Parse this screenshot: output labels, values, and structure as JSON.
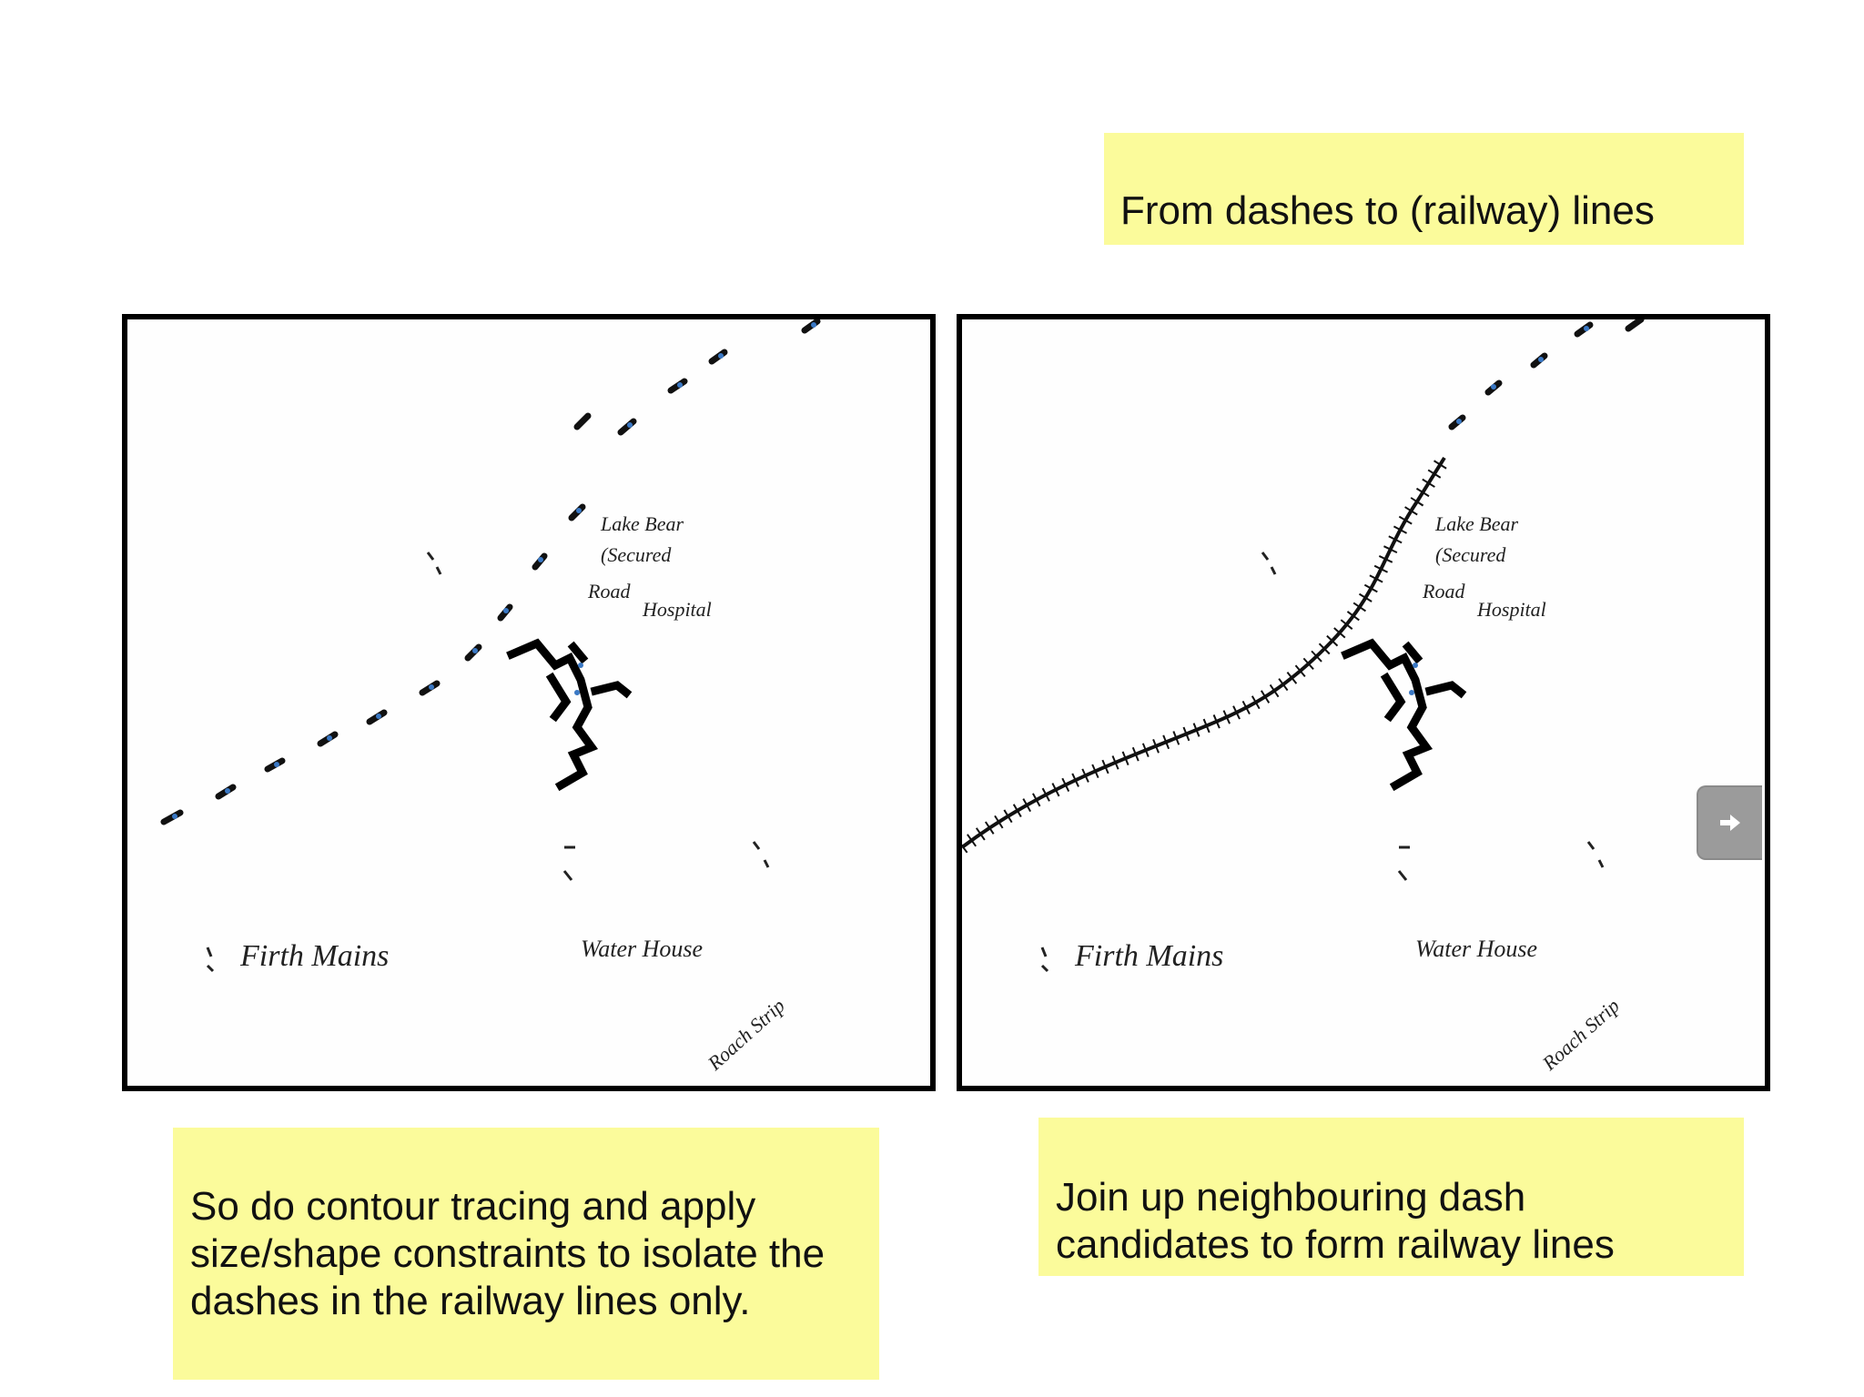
{
  "slide": {
    "title": "From dashes to (railway) lines",
    "left_caption": "So do contour tracing and apply\nsize/shape constraints to isolate the\ndashes in the railway lines only.",
    "right_caption": "Join up neighbouring dash\ncandidates to form railway lines"
  },
  "map": {
    "labels": {
      "firth_mains": "Firth Mains",
      "water_house": "Water House",
      "road": "Roach Strip",
      "hospital_lines": [
        "Lake Bear",
        "(Secured",
        "Road",
        "Hospital"
      ]
    }
  },
  "controls": {
    "next_icon": "arrow-right-icon"
  },
  "colors": {
    "note_background": "#fbfb9b",
    "dash_accent": "#3a78c4"
  }
}
